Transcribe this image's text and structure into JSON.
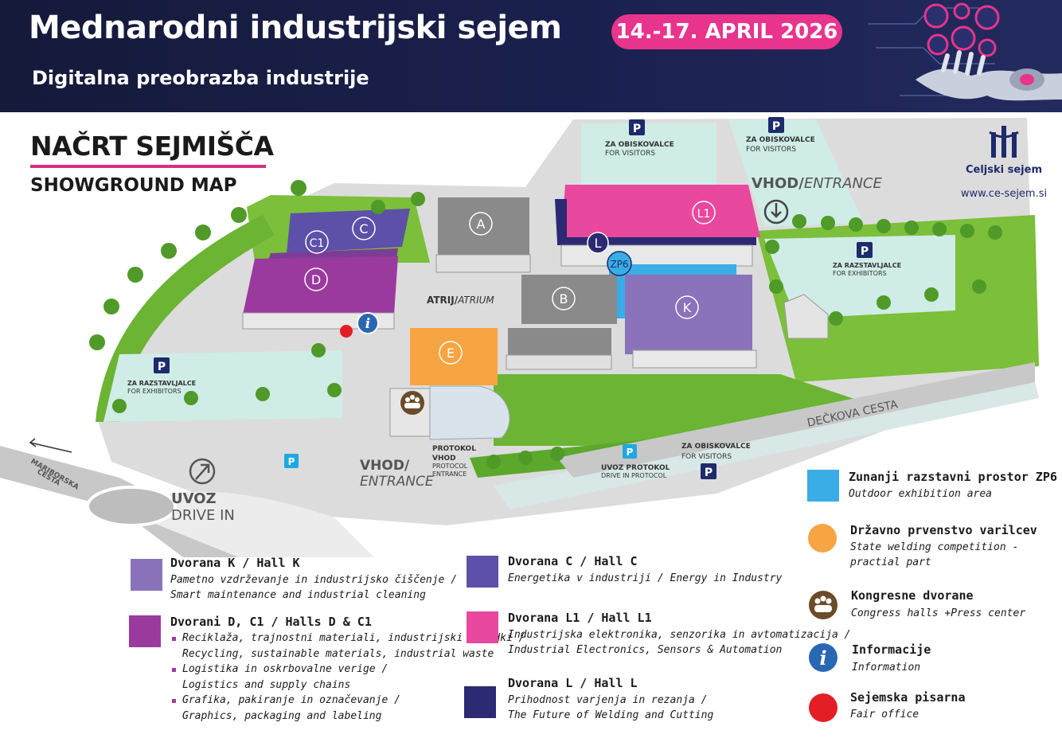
{
  "header": {
    "title": "Mednarodni industrijski sejem",
    "subtitle": "Digitalna preobrazba industrije",
    "date": "14.-17. APRIL 2026"
  },
  "map": {
    "title": "NAČRT SEJMIŠČA",
    "subtitle": "SHOWGROUND MAP",
    "logo_name": "Celjski sejem",
    "logo_url": "www.ce-sejem.si",
    "halls": {
      "A": "A",
      "B": "B",
      "C": "C",
      "C1": "C1",
      "D": "D",
      "E": "E",
      "K": "K",
      "L": "L",
      "L1": "L1",
      "ZP6": "ZP6"
    },
    "atrium_a": "ATRIJ/",
    "atrium_b": "ATRIUM",
    "entrance_east_a": "VHOD/",
    "entrance_east_b": "ENTRANCE",
    "entrance_south_a": "VHOD/",
    "entrance_south_b": "ENTRANCE",
    "drive_in_a": "UVOZ",
    "drive_in_b": "DRIVE IN",
    "protocol_a": "PROTOKOL",
    "protocol_b": "VHOD",
    "protocol_c": "PROTOCOL",
    "protocol_d": "ENTRANCE",
    "protocol_drive_a": "UVOZ PROTOKOL",
    "protocol_drive_b": "DRIVE IN PROTOCOL",
    "road_east": "DEČKOVA   CESTA",
    "road_west_a": "MARIBORSKA",
    "road_west_b": "CESTA",
    "parking_label": "P",
    "parking_visitors_a": "ZA OBISKOVALCE",
    "parking_visitors_b": "FOR VISITORS",
    "parking_exhibitors_a": "ZA RAZSTAVLJALCE",
    "parking_exhibitors_b": "FOR EXHIBITORS",
    "info_symbol": "i"
  },
  "legend_left": [
    {
      "title": "Dvorana K / Hall K",
      "color": "#8a73bb",
      "lines": [
        "Pametno vzdrževanje in industrijsko čiščenje /",
        "Smart maintenance and industrial cleaning"
      ]
    },
    {
      "title": "Dvorani D, C1 / Halls D & C1",
      "color": "#9b3a9e",
      "bullets": [
        [
          "Reciklaža, trajnostni materiali, industrijski odpadki /",
          "Recycling, sustainable materials, industrial waste"
        ],
        [
          "Logistika in oskrbovalne verige /",
          "Logistics and supply chains"
        ],
        [
          "Grafika, pakiranje in označevanje /",
          "Graphics, packaging and labeling"
        ]
      ]
    }
  ],
  "legend_mid": [
    {
      "title": "Dvorana C / Hall C",
      "color": "#5d50a8",
      "lines": [
        "Energetika v industriji / Energy in Industry"
      ]
    },
    {
      "title": "Dvorana L1 / Hall L1",
      "color": "#e8489e",
      "lines": [
        "Industrijska elektronika, senzorika in avtomatizacija /",
        "Industrial Electronics, Sensors & Automation"
      ]
    },
    {
      "title": "Dvorana L / Hall L",
      "color": "#2b2a72",
      "lines": [
        "Prihodnost varjenja in rezanja /",
        "The Future of Welding and Cutting"
      ]
    }
  ],
  "legend_right": [
    {
      "title": "Zunanji razstavni prostor ZP6",
      "desc": [
        "Outdoor exhibition area"
      ],
      "color": "#3aade6",
      "icon": "square"
    },
    {
      "title": "Državno prvenstvo varilcev",
      "desc": [
        "State welding competition -",
        "practial part"
      ],
      "color": "#f7a443",
      "icon": "circle"
    },
    {
      "title": "Kongresne dvorane",
      "desc": [
        "Congress halls +Press center"
      ],
      "color": "#6b4b2a",
      "icon": "people-icon"
    },
    {
      "title": "Informacije",
      "desc": [
        "Information"
      ],
      "color": "#2a67b3",
      "icon": "info-icon"
    },
    {
      "title": "Sejemska pisarna",
      "desc": [
        "Fair office"
      ],
      "color": "#e31e24",
      "icon": "circle"
    }
  ]
}
